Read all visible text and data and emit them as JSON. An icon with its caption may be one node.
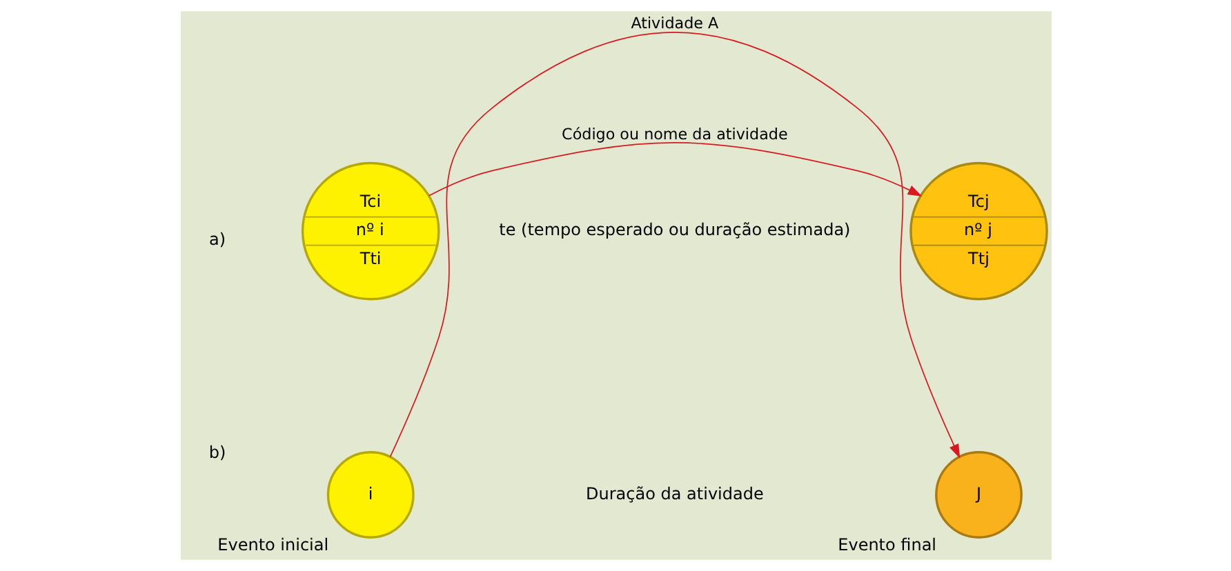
{
  "diagram": {
    "nodes": [
      {
        "text": [
          "Tci",
          "nº i",
          "Tti"
        ]
      },
      {
        "text": [
          "Tcj",
          "nº j",
          "Ttj"
        ]
      },
      {
        "text": [
          "i"
        ],
        "beside": [
          "Evento inicial"
        ]
      },
      {
        "text": [
          "J"
        ],
        "beside": [
          "Evento final"
        ]
      }
    ],
    "edges": [
      {
        "from": 0,
        "to": 1,
        "arrow": "to",
        "label": "Código ou nome da atividade",
        "color": "#d71920"
      },
      {
        "from": 2,
        "to": 3,
        "arrow": "to",
        "label": "Atividade A",
        "color": "#d71920"
      }
    ],
    "labels": [
      "a)",
      "te (tempo esperado ou duração estimada)",
      "b)",
      "Duração da atividade"
    ]
  }
}
